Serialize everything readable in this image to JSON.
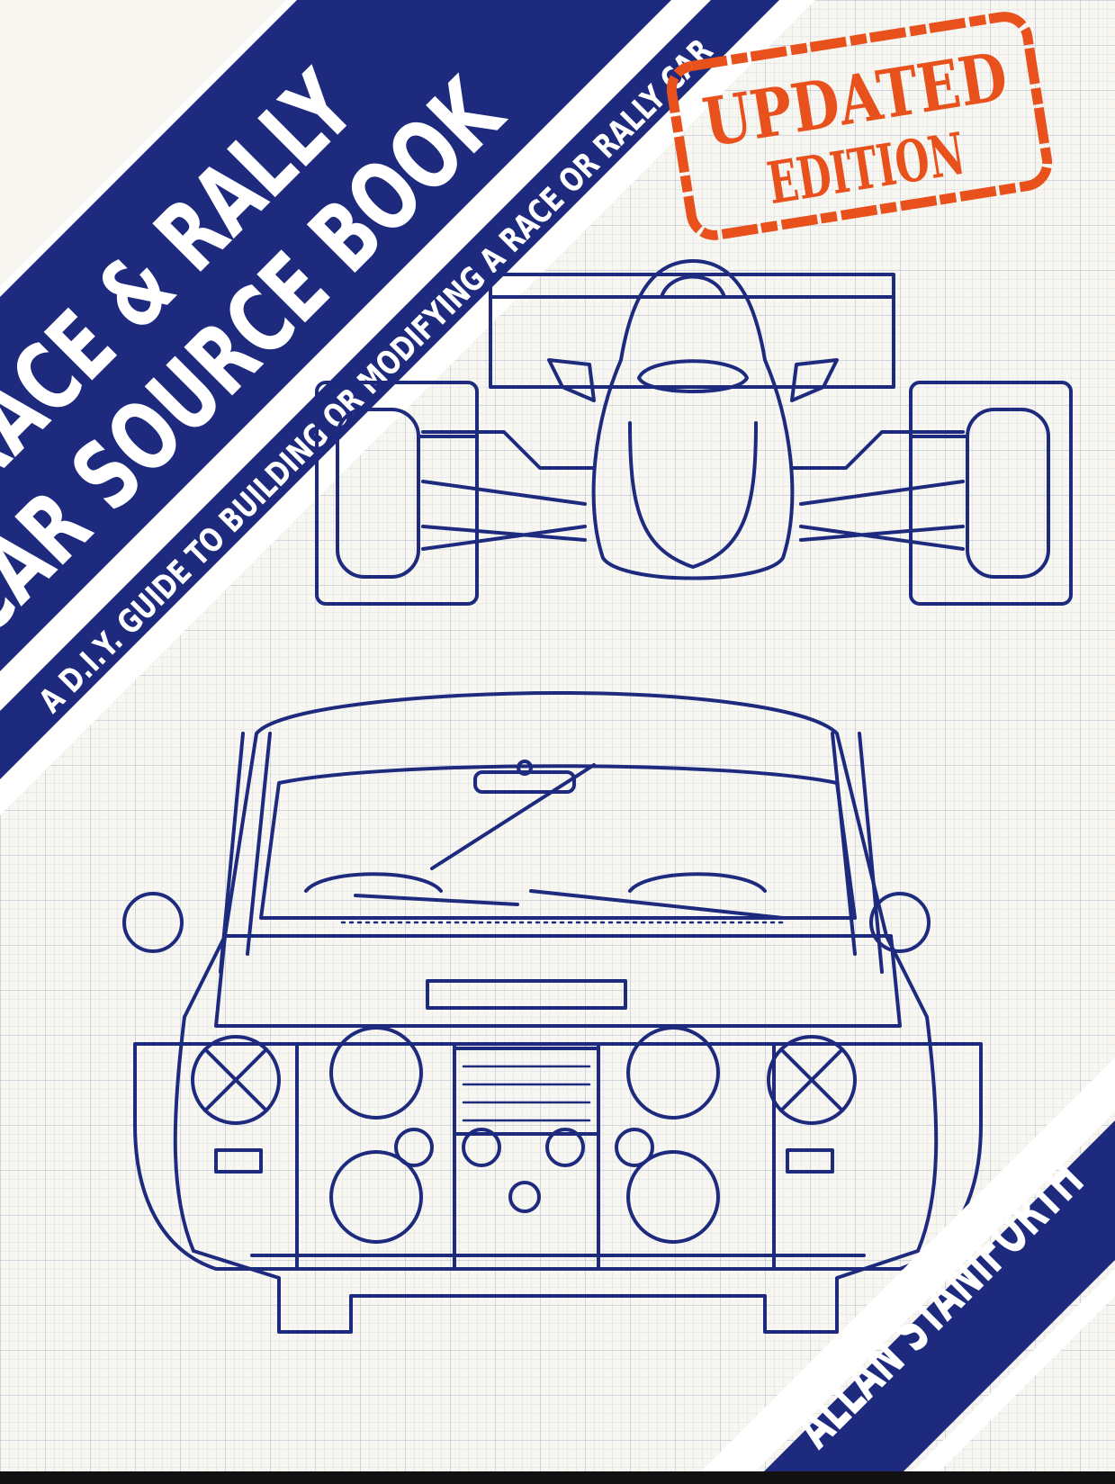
{
  "book": {
    "title_line_1": "RACE & RALLY",
    "title_line_2": "CAR SOURCE BOOK",
    "subtitle": "A D.I.Y. GUIDE TO BUILDING OR MODIFYING A RACE OR RALLY CAR",
    "stamp_line_1": "UPDATED",
    "stamp_line_2": "EDITION",
    "author": "ALLAN STANIFORTH"
  },
  "illustrations": {
    "top": "formula-race-car-front-view",
    "bottom": "rally-car-front-view"
  },
  "colors": {
    "navy": "#1d2a7d",
    "stamp_orange": "#e8501c",
    "paper": "#f7f6f1",
    "grid": "#96a5c3"
  }
}
